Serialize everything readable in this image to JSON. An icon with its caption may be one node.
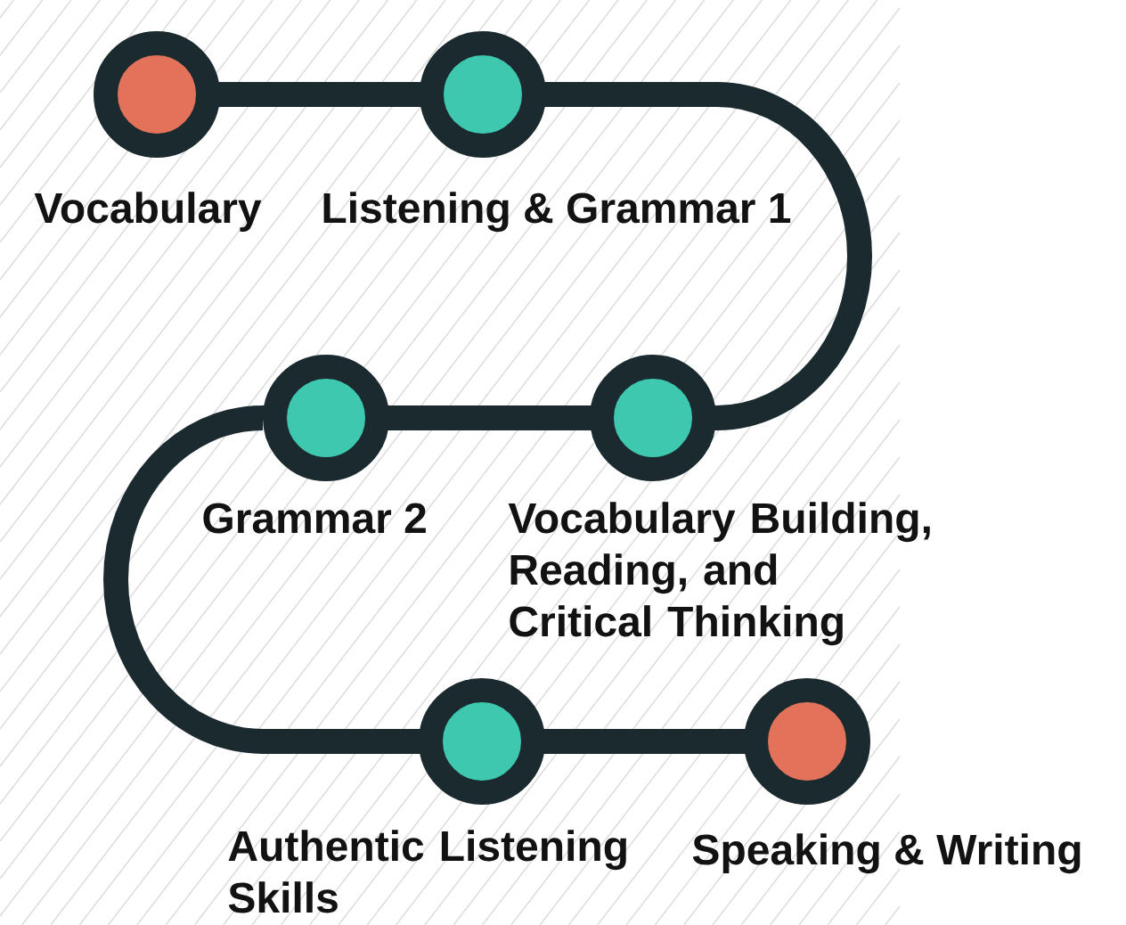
{
  "diagram": {
    "nodes": [
      {
        "text": [
          "Vocabulary"
        ]
      },
      {
        "text": [
          "Listening & Grammar 1"
        ]
      },
      {
        "text": [
          "Grammar 2"
        ]
      },
      {
        "text": [
          "Vocabulary Building, Reading, and Critical Thinking"
        ]
      },
      {
        "text": [
          "Authentic Listening Skills"
        ]
      },
      {
        "text": [
          "Speaking & Writing"
        ]
      }
    ],
    "edges": [
      {
        "from": 0,
        "to": 1,
        "arrow": "none"
      },
      {
        "from": 1,
        "to": 3,
        "arrow": "none"
      },
      {
        "from": 3,
        "to": 2,
        "arrow": "none"
      },
      {
        "from": 2,
        "to": 4,
        "arrow": "none"
      },
      {
        "from": 4,
        "to": 5,
        "arrow": "none"
      }
    ]
  }
}
